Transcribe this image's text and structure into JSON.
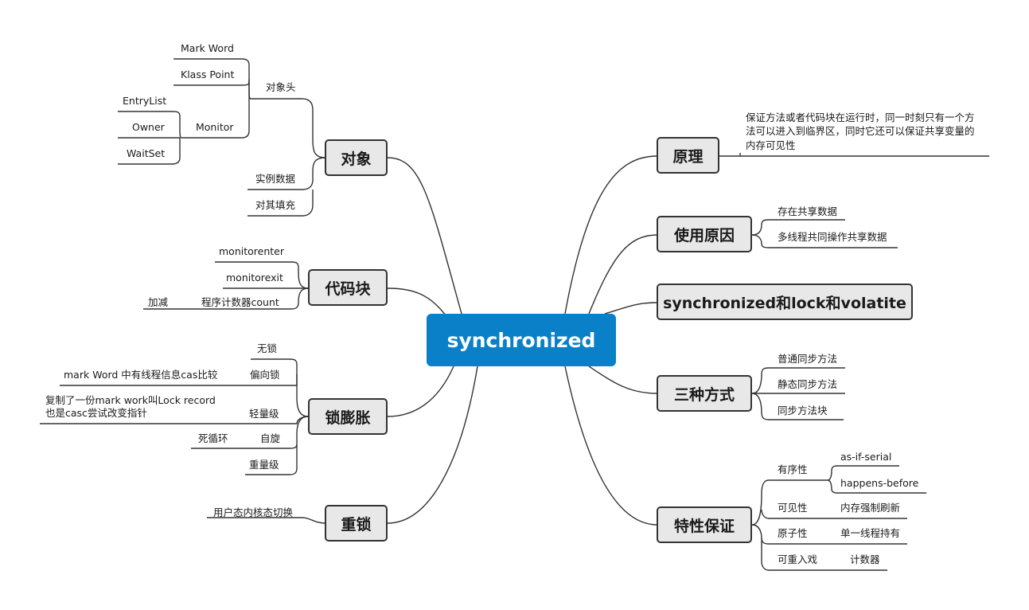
{
  "center": "synchronized",
  "topics": {
    "object": "对象",
    "block": "代码块",
    "inflation": "锁膨胀",
    "heavy": "重锁",
    "principle": "原理",
    "reason": "使用原因",
    "compare": "synchronized和lock和volatite",
    "three": "三种方式",
    "feature": "特性保证"
  },
  "object": {
    "header": "对象头",
    "mark_word": "Mark Word",
    "klass_point": "Klass Point",
    "monitor": "Monitor",
    "entry_list": "EntryList",
    "owner": "Owner",
    "wait_set": "WaitSet",
    "instance_data": "实例数据",
    "padding": "对其填充"
  },
  "block": {
    "enter": "monitorenter",
    "exit": "monitorexit",
    "counter": "程序计数器count",
    "counter_note": "加减"
  },
  "inflation": {
    "none": "无锁",
    "biased": "偏向锁",
    "biased_note": "mark Word 中有线程信息cas比较",
    "light": "轻量级",
    "light_note_1": "复制了一份mark work叫Lock record",
    "light_note_2": "也是casc尝试改变指针",
    "spin": "自旋",
    "spin_note": "死循环",
    "heavyweight": "重量级"
  },
  "heavy": {
    "switch": "用户态内核态切换"
  },
  "principle": {
    "line1": "保证方法或者代码块在运行时，同一时刻只有一个方",
    "line2": "法可以进入到临界区，同时它还可以保证共享变量的",
    "line3": "内存可见性"
  },
  "reason": {
    "shared": "存在共享数据",
    "multi": "多线程共同操作共享数据"
  },
  "three": {
    "normal": "普通同步方法",
    "static": "静态同步方法",
    "block": "同步方法块"
  },
  "feature": {
    "ordering": "有序性",
    "as_if_serial": "as-if-serial",
    "happens_before": "happens-before",
    "visibility": "可见性",
    "visibility_note": "内存强制刷新",
    "atomicity": "原子性",
    "atomicity_note": "单一线程持有",
    "reentrant": "可重入戏",
    "reentrant_note": "计数器"
  }
}
